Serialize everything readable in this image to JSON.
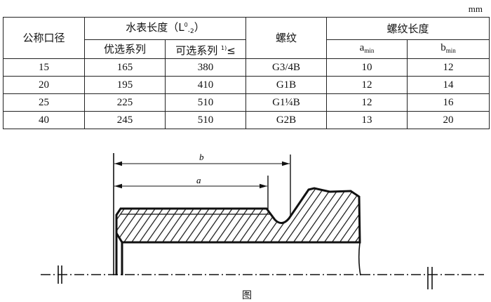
{
  "unit": "mm",
  "table": {
    "headers": {
      "nominal_diameter": "公称口径",
      "meter_length": "水表长度（L",
      "meter_length_sup": "0",
      "meter_length_sub": "-2",
      "meter_length_close": "）",
      "preferred_series": "优选系列",
      "optional_series": "可选系列",
      "optional_note": "1)",
      "optional_le": "≤",
      "thread": "螺纹",
      "thread_length": "螺纹长度",
      "a_min": "a",
      "b_min": "b",
      "min_sub": "min"
    },
    "rows": [
      {
        "diameter": "15",
        "preferred": "165",
        "optional": "380",
        "thread": "G3/4B",
        "a": "10",
        "b": "12"
      },
      {
        "diameter": "20",
        "preferred": "195",
        "optional": "410",
        "thread": "G1B",
        "a": "12",
        "b": "14"
      },
      {
        "diameter": "25",
        "preferred": "225",
        "optional": "510",
        "thread": "G1¼B",
        "a": "12",
        "b": "16"
      },
      {
        "diameter": "40",
        "preferred": "245",
        "optional": "510",
        "thread": "G2B",
        "a": "13",
        "b": "20"
      }
    ]
  },
  "diagram": {
    "dim_b": "b",
    "dim_a": "a",
    "caption": "图"
  }
}
